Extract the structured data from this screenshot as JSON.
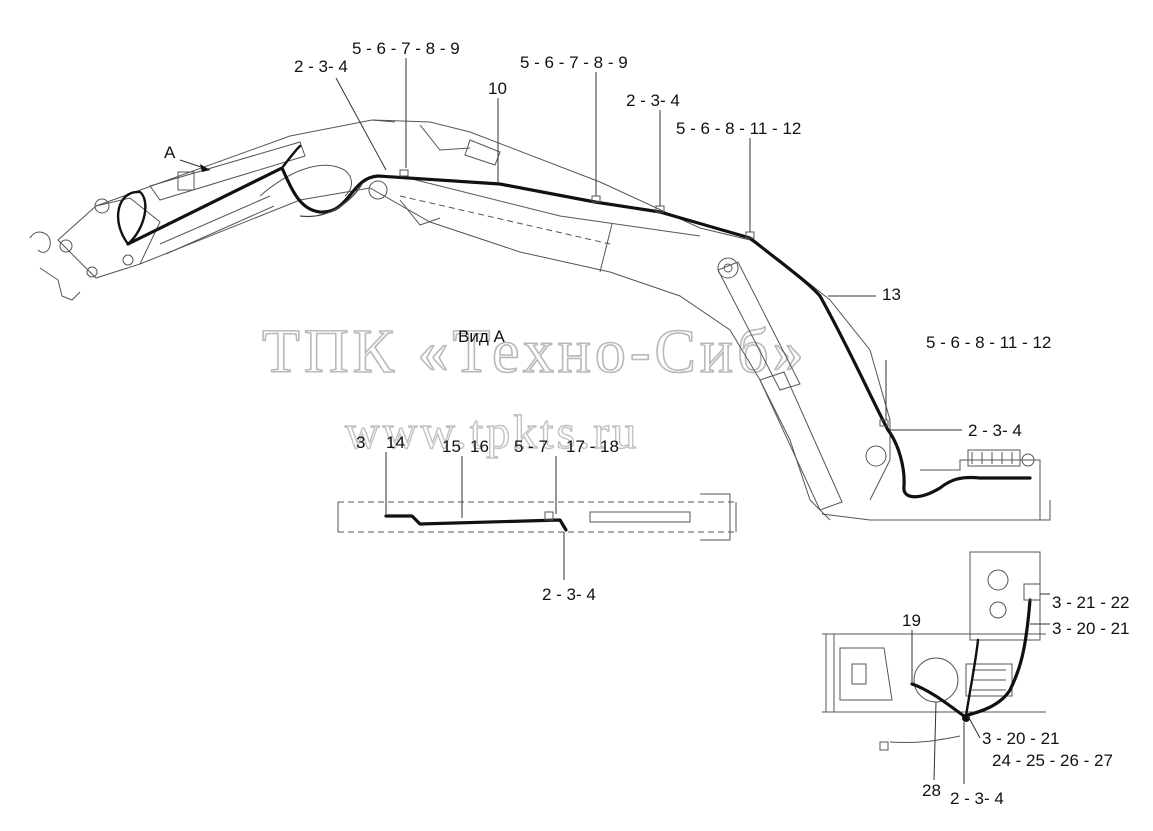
{
  "watermark": {
    "line1": "ТПК «Техно-Сиб»",
    "line2": "www.tpkts.ru"
  },
  "view_title": "Вид А",
  "view_marker": "А",
  "callouts": [
    "2 - 3- 4",
    "5 - 6 - 7 - 8 - 9",
    "10",
    "5 - 6 - 7 - 8 - 9",
    "2 - 3- 4",
    "5 - 6 - 8 - 11 - 12",
    "13",
    "5 - 6 - 8 - 11 - 12",
    "2 - 3- 4",
    "3",
    "14",
    "15",
    "16",
    "5 - 7",
    "17 - 18",
    "2 - 3- 4",
    "19",
    "3 - 21 - 22",
    "3 - 20 - 21",
    "3 - 20 - 21",
    "24 - 25 - 26 - 27",
    "28",
    "2 - 3- 4"
  ],
  "colors": {
    "ink": "#111111",
    "outline": "#555555",
    "watermark": "#bbbbbb",
    "background": "#ffffff"
  }
}
